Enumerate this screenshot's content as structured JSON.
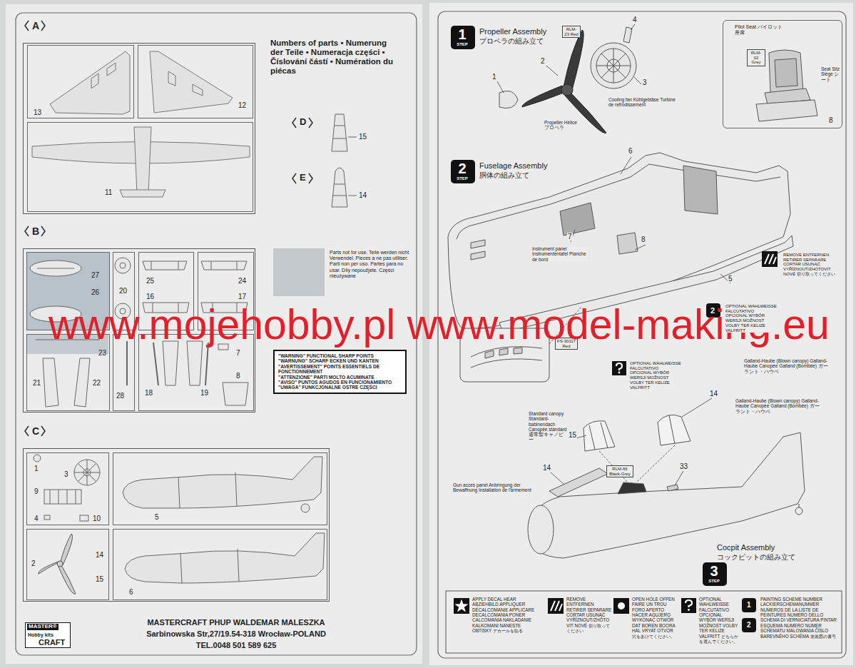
{
  "diagram": {
    "nodes": [
      {
        "text": [
          "A"
        ]
      },
      {
        "text": [
          "13"
        ],
        "in": 0
      },
      {
        "text": [
          "12"
        ],
        "in": 0
      },
      {
        "text": [
          "11"
        ],
        "in": 0
      },
      {
        "text": [
          "B"
        ]
      },
      {
        "text": [
          "27",
          "26"
        ],
        "in": 4
      },
      {
        "text": [
          "20"
        ],
        "in": 4
      },
      {
        "text": [
          "25",
          "16"
        ],
        "in": 4
      },
      {
        "text": [
          "24",
          "17"
        ],
        "in": 4
      },
      {
        "text": [
          "23",
          "21",
          "22"
        ],
        "in": 4
      },
      {
        "text": [
          "28"
        ],
        "in": 4
      },
      {
        "text": [
          "18",
          "19",
          "7",
          "8"
        ],
        "in": 4
      },
      {
        "text": [
          "C"
        ]
      },
      {
        "text": [
          "1",
          "3",
          "9",
          "4",
          "10"
        ],
        "in": 12
      },
      {
        "text": [
          "5"
        ],
        "in": 12
      },
      {
        "text": [
          "2",
          "14",
          "15"
        ],
        "in": 12
      },
      {
        "text": [
          "6"
        ],
        "in": 12
      },
      {
        "text": [
          "\"WARNING\" FUNCTIONAL SHARP POINTS",
          "\"WARNUNG\" SCHARF ECKEN UND KANTEN",
          "\"AVERTISSEMENT\" POINTS ESSENTIELS DE FONCTIONNEMENT",
          "\"ATTENZIONE\" PARTI MOLTO ACUMINATE",
          "\"AVISO\" PUNTOS AGUDOS EN FUNCIONAMIENTO",
          "\"UWAGA\" FUNKCJONALNE OSTRE CZĘŚCI"
        ]
      },
      {
        "text": [
          "MASTER®",
          "Hobby kits",
          "CRAFT"
        ]
      },
      {
        "text": [
          "1",
          "STEP",
          "Propeller Assembly",
          "プロペラの組み立て"
        ]
      },
      {
        "text": [
          "RLM-23 Red"
        ]
      },
      {
        "text": [
          "Pilot Seat パイロット座席",
          "Seat Sitz Siège シート",
          "8"
        ]
      },
      {
        "text": [
          "RLM-02 Grey"
        ],
        "in": 21
      },
      {
        "text": [
          "2",
          "STEP",
          "Fuselage Assembly",
          "胴体の組み立て"
        ]
      },
      {
        "text": [
          "FS-30117 Red"
        ]
      },
      {
        "text": [
          "RLM-66 Black-Grey"
        ]
      },
      {
        "text": [
          "3",
          "STEP",
          "Cocpit Assembly",
          "コックピットの組み立て"
        ]
      }
    ],
    "labels": [
      "Numbers of parts • Numerung der Teile • Numeracja części • Číslování částí • Numération du piécas",
      "D",
      "15",
      "E",
      "14",
      "www.mojehobby.pl www.model-making.eu",
      "MASTERCRAFT PHUP WALDEMAR MALESZKA",
      "Sarbinowska Str,27/19.54-318 Wrocław-POLAND",
      "TEL.0048 501 589 625",
      "4",
      "2",
      "1",
      "3",
      "Cooling fan Kühlgebläse Turbine de refrodissement",
      "Propeller Hélice プロペラ",
      "6",
      "7",
      "8",
      "Instrument panel Instrumententafel Planche de bord",
      "5",
      "REMOVE ENTFERNEN RETIRER SEPARARE CORTAR USUNĄĆ VYŘÍZNOUT/ZHOTOVIT NOVÉ 切り取ってください",
      "2",
      "OPTIONAL WAHLWEISSE FALCUTATIVO OPCIONAL WYBÓR WERSJI MOŽNOST VOLBY TER KELIZE VALFRITT",
      "OPTIONAL WAHLWEISSE FALCUTATIVO OPCIONAL WYBÓR WERSJI MOŽNOST VOLBY TER KELIZE VALFRITT",
      "Galland-Haube (Blown canopy) Galland-Haube Canopée Galland (Bombée) ガーラント・ハウベ",
      "14",
      "Galland-Haube (Blown canopy) Galland-Haube Canopée Galland (Bombée) ガーラント・ハウベ",
      "15",
      "Standard canopy Standard-babinendach Canopée standard 通常型キャノピー",
      "14",
      "Gun acces panel Anbringung der Bewaffnung Installation de l'armement",
      "33",
      "1",
      "2"
    ],
    "legend": [
      {
        "text": "Parts not for use. Teile werden nicht Verwendel. Pieces a ne pas utiliser. Parti non per uso. Partes para no usar. Díly nepoužjete. Części nieużywane",
        "color": "#c3c8cc"
      },
      {
        "text": "APPLY DECAL HEAR ABZIEHBILD APPLIQUER DÉCALCOMANIE APPLICARE DECALCOMANIA PONER CALCOMANIA NAKLADANIE KALKOMANI NANESTE OBTISKY デカールを貼る"
      },
      {
        "text": "REMOVE ENTFERNEN RETIRER SEPARARE CORTAR USUNĄĆ VYŘÍZNOUT/ZHOTOVIT NOVÉ 切り取ってください"
      },
      {
        "text": "OPEN HOLE OFFEN FAIRE UN TROU FORO APERTO HACER AGUJERO WYKONAĆ OTWÓR DAT BOREN BOORA HAL VRYAT OTVOR 穴をあけてください。"
      },
      {
        "text": "OPTIONAL WAHLWEISSE FALCUTATIVO OPCIONAL WYBÓR WERSJI MOŽNOST VOLBY TER KELIZE VALFRITT どちらかを選んでください。"
      },
      {
        "text": "PAINTING SCHEME NUMBER LACKIERSCHEMANUMMER NUMEROS DE LA LISTE DE PEINTURES NUMERO DELLO SCHEMA DI VERNICIATURA PINTAR ESQUEMA NUMERO NUMER SCHEMATU MALOWANIA ČÍSLO BAREVNÉHO SCHÉMA 塗装図の番号"
      }
    ]
  }
}
